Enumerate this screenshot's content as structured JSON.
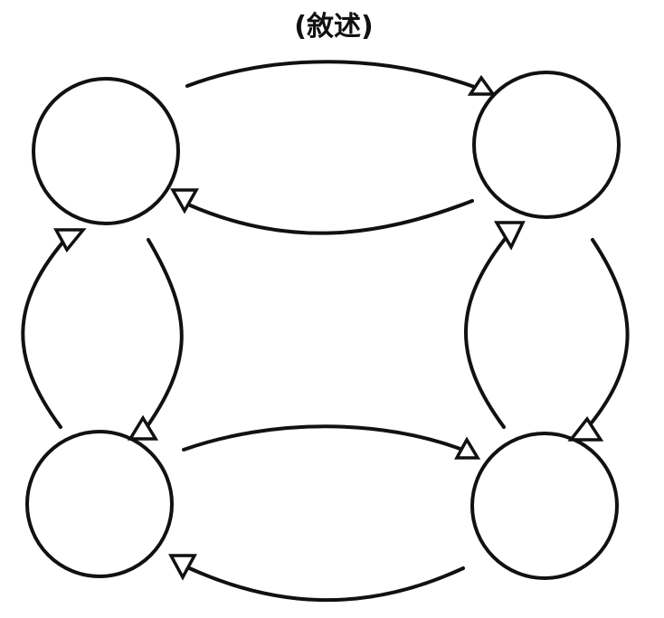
{
  "diagram": {
    "title": "(敘述)",
    "stroke_color": "#111111",
    "background_color": "#ffffff",
    "nodes": [
      {
        "id": "top-left",
        "label": ""
      },
      {
        "id": "top-right",
        "label": ""
      },
      {
        "id": "bottom-left",
        "label": ""
      },
      {
        "id": "bottom-right",
        "label": ""
      }
    ],
    "edges": [
      {
        "from": "top-left",
        "to": "top-right",
        "directed": true
      },
      {
        "from": "top-right",
        "to": "top-left",
        "directed": true
      },
      {
        "from": "bottom-left",
        "to": "bottom-right",
        "directed": true
      },
      {
        "from": "bottom-right",
        "to": "bottom-left",
        "directed": true
      },
      {
        "from": "top-left",
        "to": "bottom-left",
        "directed": true
      },
      {
        "from": "bottom-left",
        "to": "top-left",
        "directed": true
      },
      {
        "from": "top-right",
        "to": "bottom-right",
        "directed": true
      },
      {
        "from": "bottom-right",
        "to": "top-right",
        "directed": true
      }
    ]
  }
}
